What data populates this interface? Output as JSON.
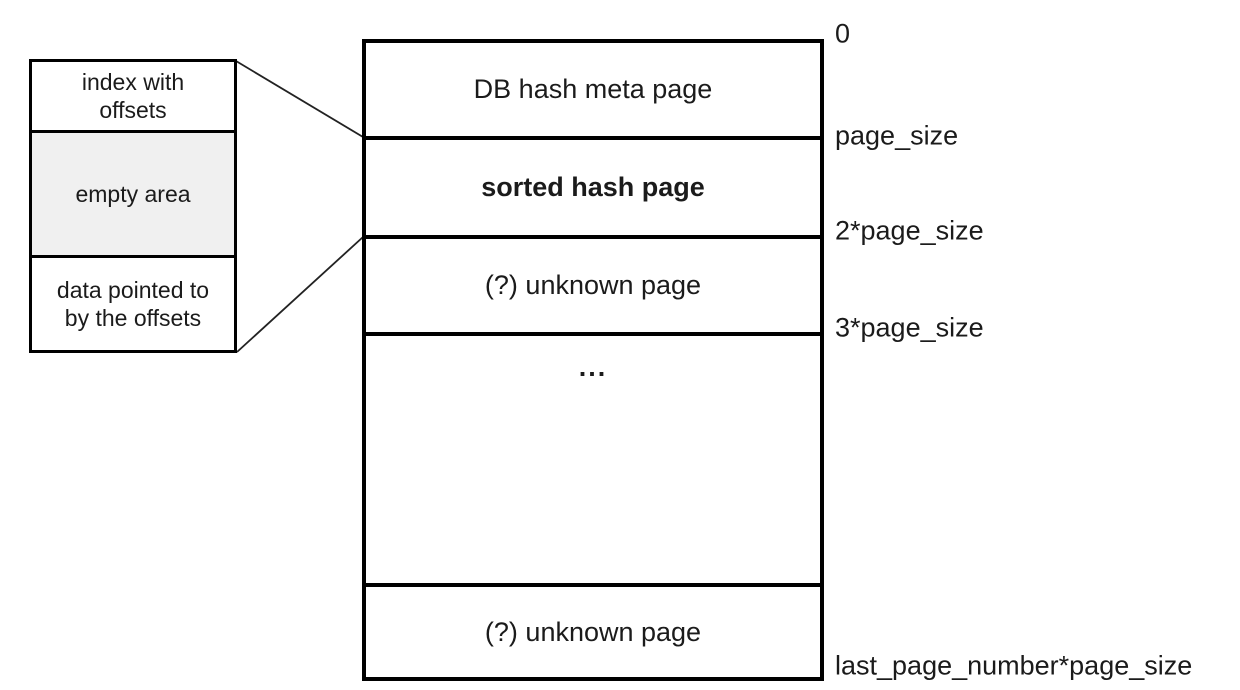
{
  "detail_box": {
    "sections": [
      {
        "label": "index with\noffsets"
      },
      {
        "label": "empty area"
      },
      {
        "label": "data pointed to\nby the offsets"
      }
    ]
  },
  "file_layout": {
    "sections": [
      {
        "label": "DB hash meta page",
        "style": "regular"
      },
      {
        "label": "sorted hash page",
        "style": "bold"
      },
      {
        "label": "(?) unknown page",
        "style": "regular"
      },
      {
        "label": "...",
        "style": "regular"
      },
      {
        "label": "(?) unknown page",
        "style": "regular"
      }
    ],
    "offset_labels": [
      "0",
      "page_size",
      "2*page_size",
      "3*page_size",
      "last_page_number*page_size"
    ]
  },
  "colors": {
    "border": "#000000",
    "text": "#1b1b1b",
    "empty_area_fill": "#f0f0f0",
    "connector_line": "#222222"
  }
}
